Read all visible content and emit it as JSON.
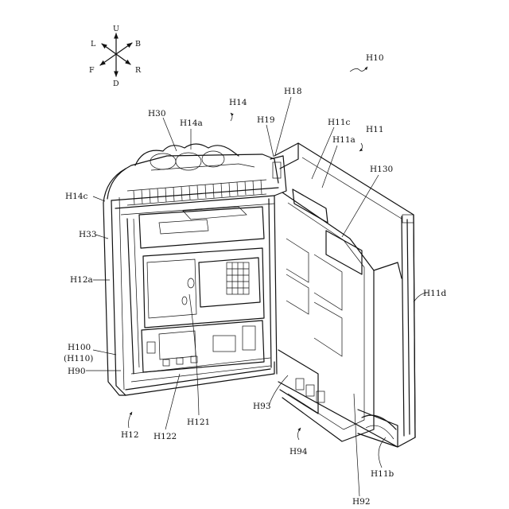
{
  "compass": {
    "up": "U",
    "down": "D",
    "left": "L",
    "right": "R",
    "front": "F",
    "back": "B"
  },
  "labels": {
    "h10": "H10",
    "h14": "H14",
    "h18": "H18",
    "h30": "H30",
    "h14a": "H14a",
    "h19": "H19",
    "h11c": "H11c",
    "h11": "H11",
    "h11a": "H11a",
    "h14c": "H14c",
    "h130": "H130",
    "h33": "H33",
    "h12a": "H12a",
    "h11d": "H11d",
    "h100": "H100",
    "h110": "(H110)",
    "h90": "H90",
    "h93": "H93",
    "h12": "H12",
    "h122": "H122",
    "h121": "H121",
    "h94": "H94",
    "h11b": "H11b",
    "h92": "H92"
  }
}
